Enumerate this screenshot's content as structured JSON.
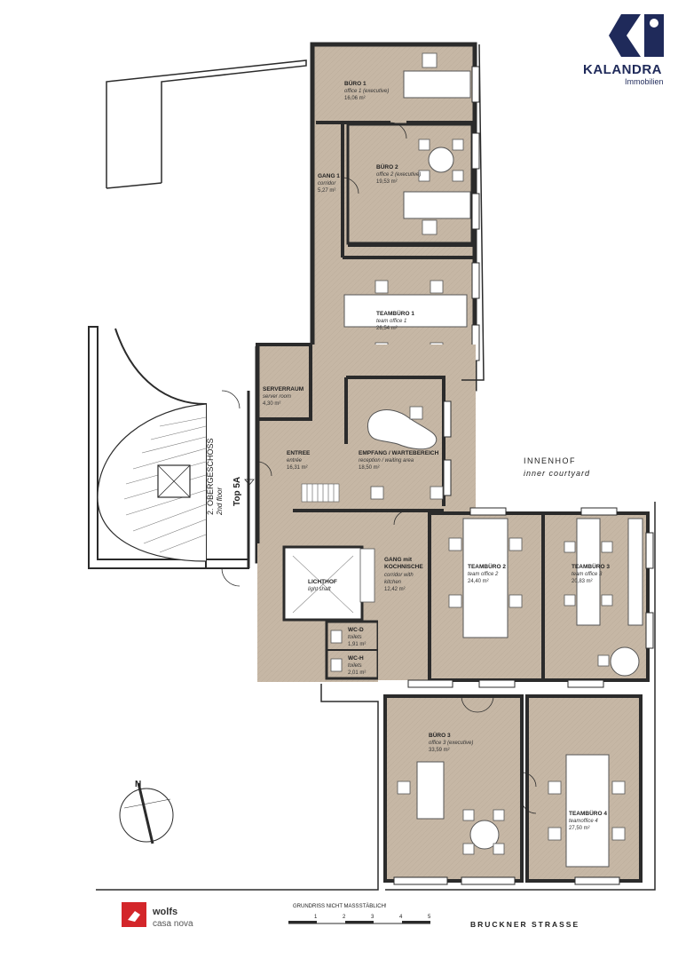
{
  "brand": {
    "name": "KALANDRA",
    "subtitle": "Immobilien"
  },
  "rooms": [
    {
      "id": "buero1",
      "name": "BÜRO 1",
      "sub": "office 1 (executive)",
      "area": "16,06 m²"
    },
    {
      "id": "buero2",
      "name": "BÜRO 2",
      "sub": "office 2 (executive)",
      "area": "19,53 m²"
    },
    {
      "id": "gang1",
      "name": "GANG 1",
      "sub": "corridor",
      "area": "5,27 m²"
    },
    {
      "id": "teambuero1",
      "name": "TEAMBÜRO 1",
      "sub": "team office 1",
      "area": "26,54 m²"
    },
    {
      "id": "serverraum",
      "name": "SERVERRAUM",
      "sub": "server room",
      "area": "4,30 m²"
    },
    {
      "id": "entree",
      "name": "ENTREE",
      "sub": "entrée",
      "area": "16,31 m²"
    },
    {
      "id": "empfang",
      "name": "EMPFANG / WARTEBEREICH",
      "sub": "reception / waiting area",
      "area": "18,50 m²"
    },
    {
      "id": "gang-kochnische",
      "name": "GANG mit",
      "name2": "KOCHNISCHE",
      "sub": "corridor with",
      "sub2": "kitchen",
      "area": "12,42 m²"
    },
    {
      "id": "lichthof",
      "name": "LICHTHOF",
      "sub": "light shaft",
      "area": ""
    },
    {
      "id": "wcd",
      "name": "WC-D",
      "sub": "toilets",
      "area": "1,91 m²"
    },
    {
      "id": "wch",
      "name": "WC-H",
      "sub": "toilets",
      "area": "2,01 m²"
    },
    {
      "id": "teambuero2",
      "name": "TEAMBÜRO 2",
      "sub": "team office 2",
      "area": "24,40 m²"
    },
    {
      "id": "teambuero3",
      "name": "TEAMBÜRO 3",
      "sub": "team office 3",
      "area": "20,83 m²"
    },
    {
      "id": "buero3",
      "name": "BÜRO 3",
      "sub": "office 3 (executive)",
      "area": "33,59 m²"
    },
    {
      "id": "teambuero4",
      "name": "TEAMBÜRO 4",
      "sub": "teamoffice 4",
      "area": "27,50 m²"
    }
  ],
  "floor": {
    "label": "2. OBERGESCHOSS",
    "sub": "2nd floor",
    "unit": "Top 5A"
  },
  "courtyard": {
    "name": "INNENHOF",
    "sub": "inner courtyard"
  },
  "street": "BRUCKNER STRASSE",
  "north_label": "N",
  "scale": {
    "note": "GRUNDRISS NICHT MASSSTÄBLICH!",
    "ticks": [
      "1",
      "2",
      "3",
      "4",
      "5"
    ]
  },
  "footer": {
    "company": "wolfs",
    "subtitle": "casa nova"
  },
  "colors": {
    "floor": "#c6b7a5",
    "wall": "#2b2b2b",
    "brand": "#1f2a5a",
    "accent": "#d3262a"
  }
}
